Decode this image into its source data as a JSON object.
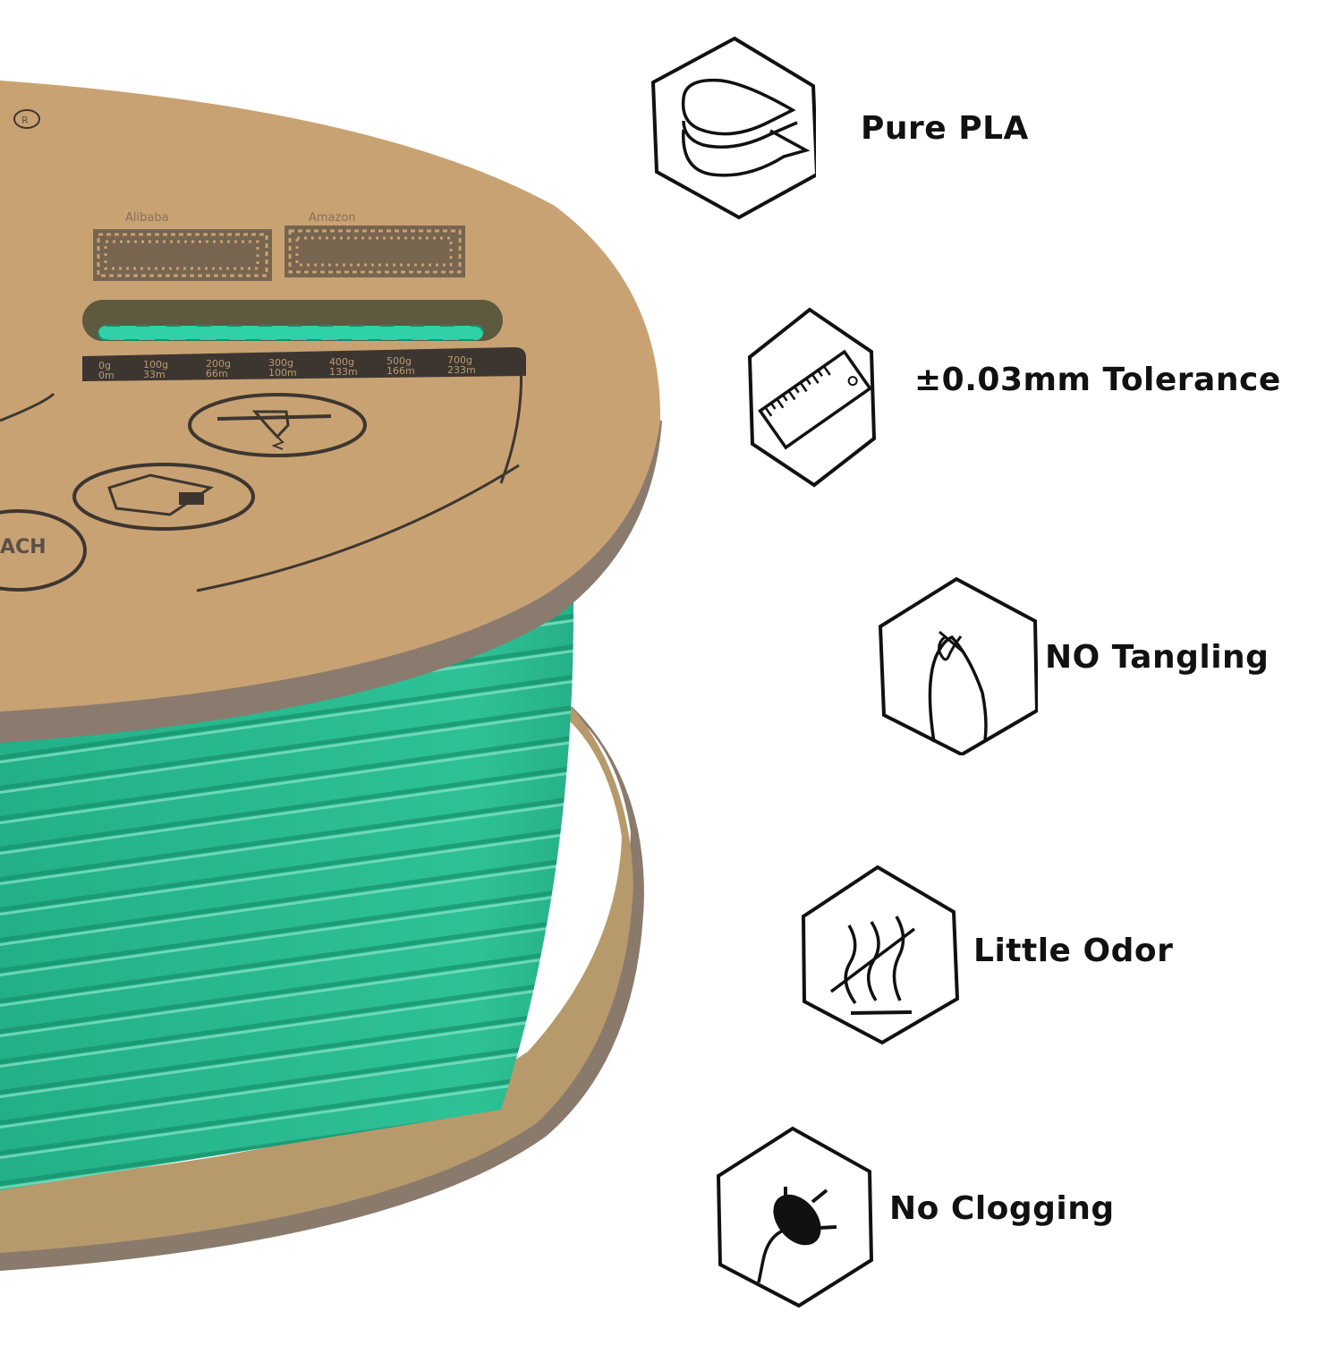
{
  "colors": {
    "background": "#ffffff",
    "cardboard": "#c9a273",
    "cardboard_edge": "#8a7a6c",
    "filament": "#2ebf94",
    "filament_dark": "#17966f",
    "filament_highlight": "#7fe0c2",
    "ink": "#111111",
    "print_ink": "#3d3630"
  },
  "spool": {
    "qr_labels": [
      "Alibaba",
      "Amazon"
    ],
    "scale": {
      "weights": [
        "0g",
        "100g",
        "200g",
        "300g",
        "400g",
        "500g",
        "700g"
      ],
      "lengths": [
        "0m",
        "33m",
        "66m",
        "100m",
        "133m",
        "166m",
        "233m"
      ]
    },
    "badge_text": "ACH",
    "registered_mark": "R",
    "icons": [
      "printer-nozzle-icon",
      "box-icon"
    ]
  },
  "features": [
    {
      "label": "Pure PLA",
      "icon": "layers-drop-icon"
    },
    {
      "label": "±0.03mm Tolerance",
      "icon": "ruler-icon"
    },
    {
      "label": "NO Tangling",
      "icon": "knot-loop-icon"
    },
    {
      "label": "Little Odor",
      "icon": "odor-waves-icon"
    },
    {
      "label": "No Clogging",
      "icon": "nozzle-clog-icon"
    }
  ]
}
